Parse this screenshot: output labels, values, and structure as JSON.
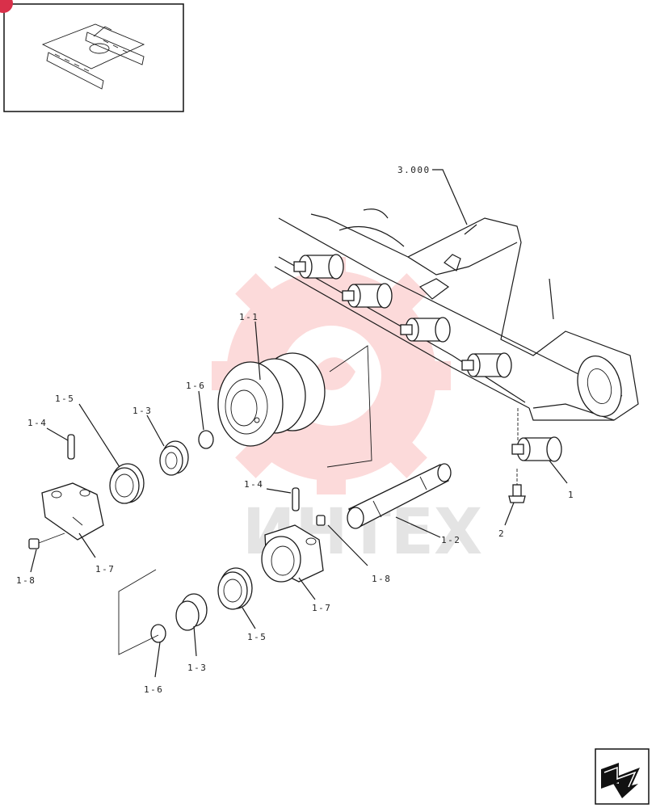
{
  "watermark": {
    "text": "ИНТЕХ",
    "color": "#f25c5c"
  },
  "thumbnail": {
    "badge_color": "#d9304a"
  },
  "callouts": [
    {
      "id": "c-3000",
      "text": "3.000"
    },
    {
      "id": "c-1-1",
      "text": "1-1"
    },
    {
      "id": "c-1-6a",
      "text": "1-6"
    },
    {
      "id": "c-1-5a",
      "text": "1-5"
    },
    {
      "id": "c-1-3a",
      "text": "1-3"
    },
    {
      "id": "c-1-4a",
      "text": "1-4"
    },
    {
      "id": "c-1-7a",
      "text": "1-7"
    },
    {
      "id": "c-1-8a",
      "text": "1-8"
    },
    {
      "id": "c-1-4b",
      "text": "1-4"
    },
    {
      "id": "c-1-2",
      "text": "1-2"
    },
    {
      "id": "c-1-8b",
      "text": "1-8"
    },
    {
      "id": "c-1-7b",
      "text": "1-7"
    },
    {
      "id": "c-1-5b",
      "text": "1-5"
    },
    {
      "id": "c-1-3b",
      "text": "1-3"
    },
    {
      "id": "c-1-6b",
      "text": "1-6"
    },
    {
      "id": "c-1",
      "text": "1"
    },
    {
      "id": "c-2",
      "text": "2"
    }
  ],
  "nav": {
    "icon": "next-page-arrow-icon"
  }
}
